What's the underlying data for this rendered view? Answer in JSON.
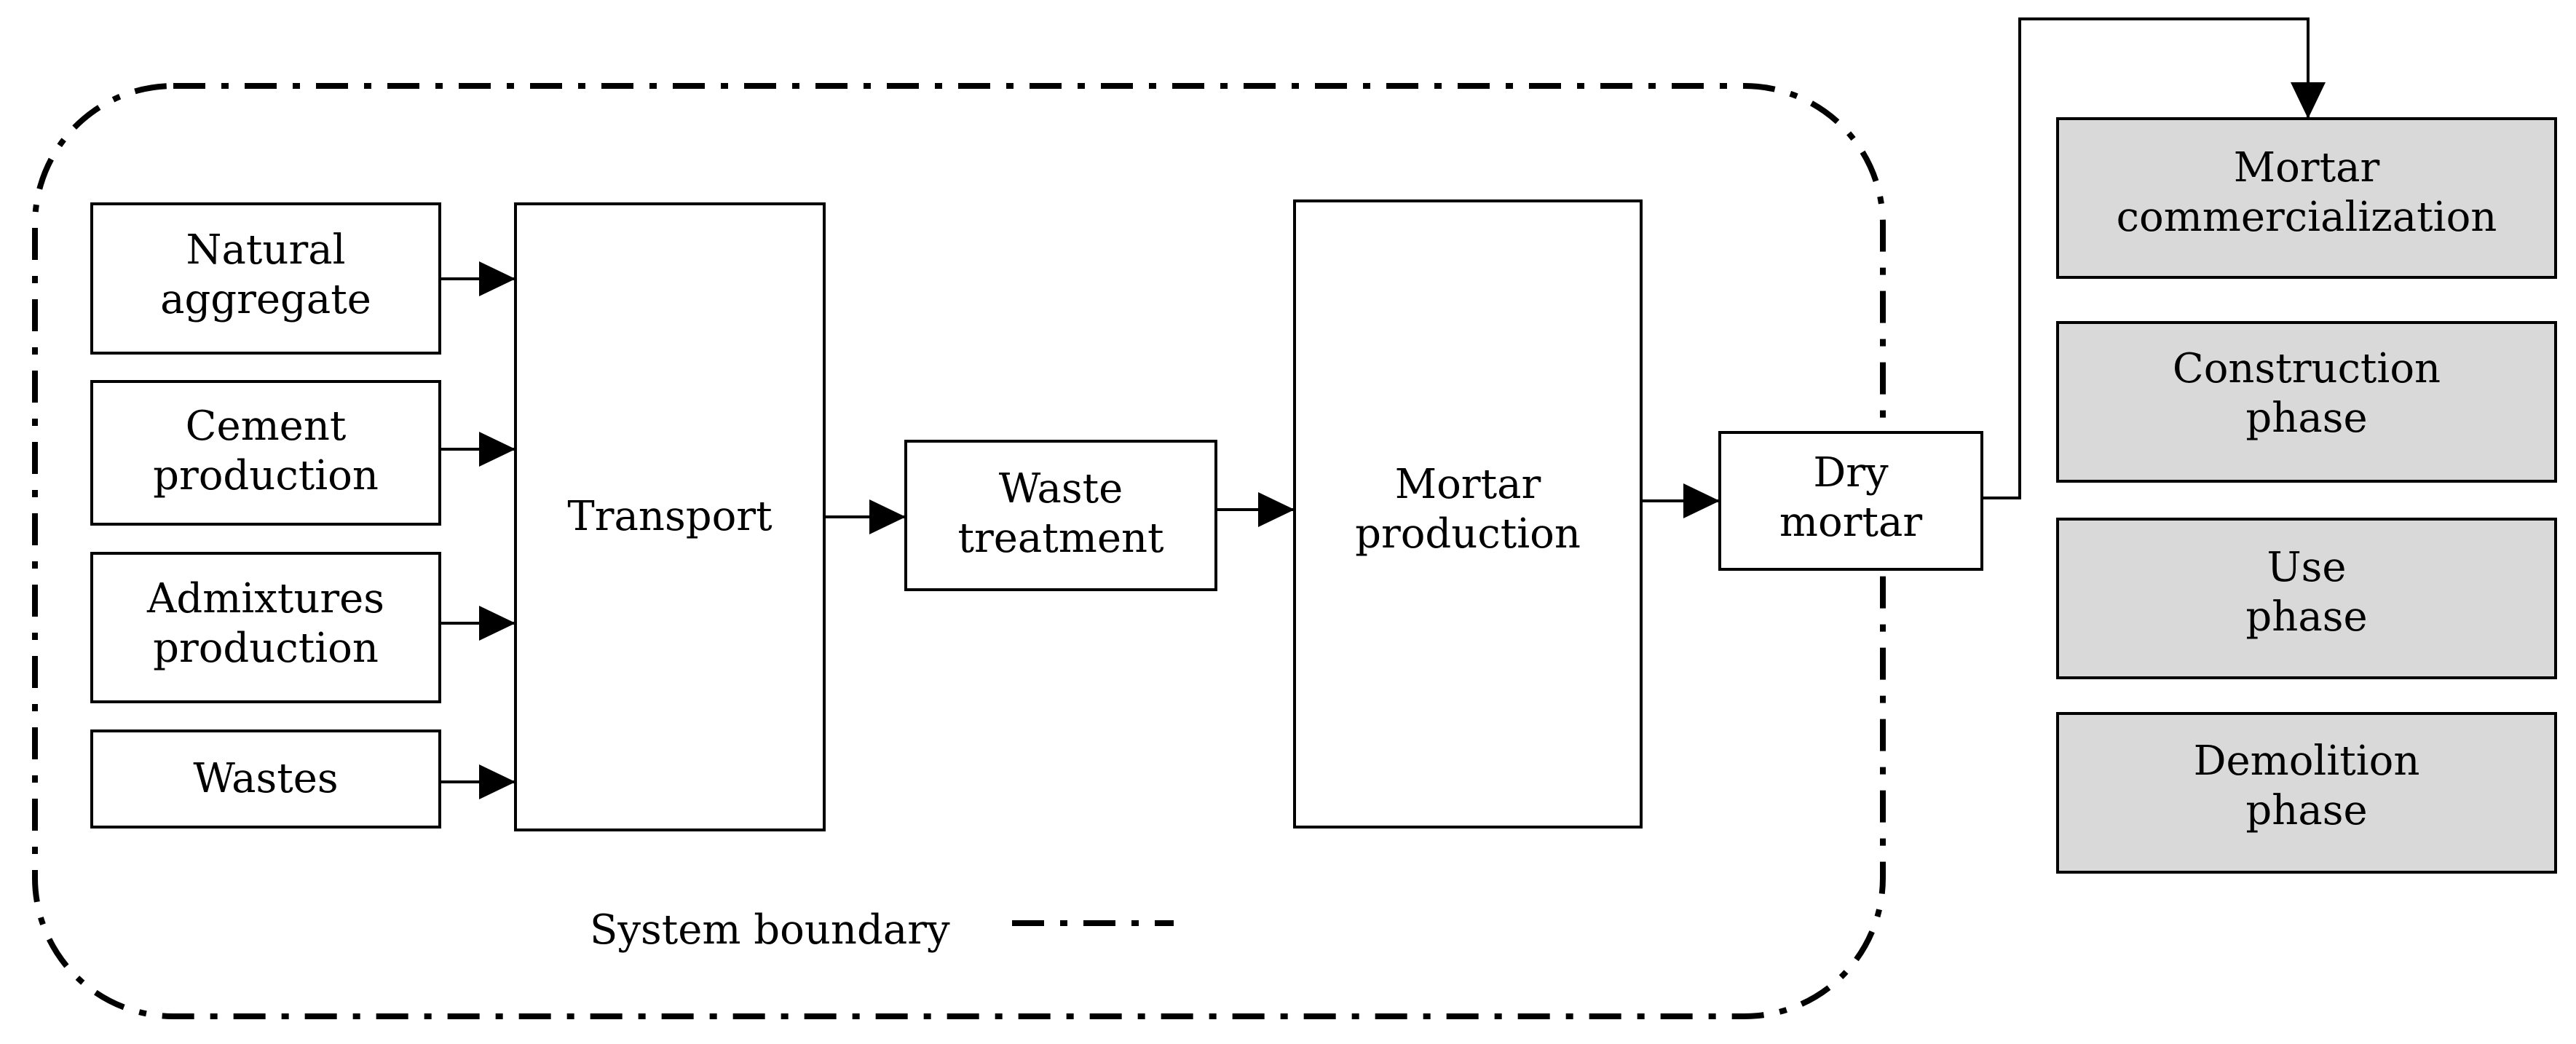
{
  "boxes": {
    "natural_aggregate": [
      "Natural",
      "aggregate"
    ],
    "cement_production": [
      "Cement",
      "production"
    ],
    "admixtures_production": [
      "Admixtures",
      "production"
    ],
    "wastes": [
      "Wastes"
    ],
    "transport": [
      "Transport"
    ],
    "waste_treatment": [
      "Waste",
      "treatment"
    ],
    "mortar_production": [
      "Mortar",
      "production"
    ],
    "dry_mortar": [
      "Dry",
      "mortar"
    ],
    "mortar_commercialization": [
      "Mortar",
      "commercialization"
    ],
    "construction_phase": [
      "Construction",
      "phase"
    ],
    "use_phase": [
      "Use",
      "phase"
    ],
    "demolition_phase": [
      "Demolition",
      "phase"
    ]
  },
  "legend": {
    "label": "System boundary"
  },
  "colors": {
    "stroke": "#000000",
    "box_fill": "#ffffff",
    "shaded_fill": "#d9d9d9"
  }
}
